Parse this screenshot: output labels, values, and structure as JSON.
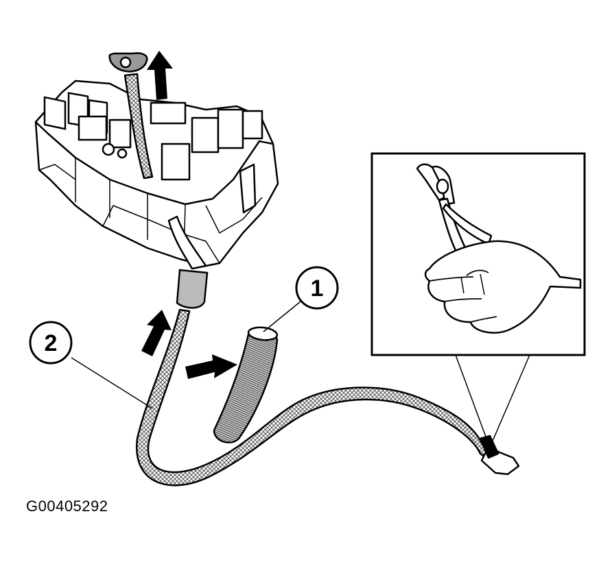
{
  "figure_id": "G00405292",
  "callouts": [
    {
      "number": "1",
      "part": "corrugated-conduit"
    },
    {
      "number": "2",
      "part": "cable-harness"
    }
  ],
  "icons": [
    "fuse-relay-box",
    "battery-cable-eyelet",
    "arrow-up",
    "arrow-right",
    "hand-with-cutting-pliers"
  ],
  "colors": {
    "line": "#000000",
    "background": "#ffffff",
    "hatch": "#7a7a7a"
  }
}
